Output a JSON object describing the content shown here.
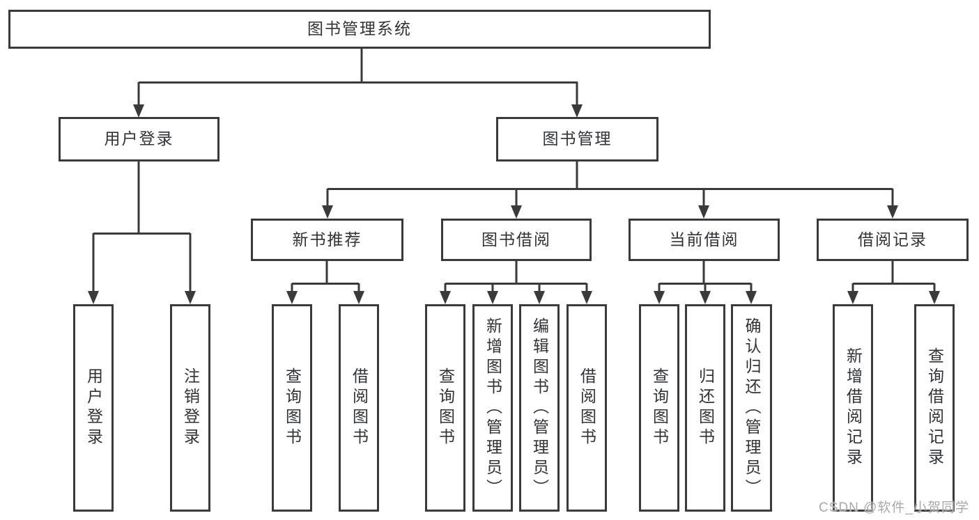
{
  "diagram": {
    "root": "图书管理系统",
    "level2": [
      "用户登录",
      "图书管理"
    ],
    "level3": [
      "新书推荐",
      "图书借阅",
      "当前借阅",
      "借阅记录"
    ],
    "level4": {
      "user_login": [
        "用户登录",
        "注销登录"
      ],
      "new_book": [
        "查询图书",
        "借阅图书"
      ],
      "book_borrow": [
        "查询图书",
        "新增图书（管理员）",
        "编辑图书（管理员）",
        "借阅图书"
      ],
      "current_borrow": [
        "查询图书",
        "归还图书",
        "确认归还（管理员）"
      ],
      "borrow_record": [
        "新增借阅记录",
        "查询借阅记录"
      ]
    }
  },
  "watermark": "CSDN @软件_小贺同学",
  "colors": {
    "line": "#3a3a3a",
    "text": "#2f3236",
    "watermark": "#a9a9a9",
    "background": "#ffffff"
  }
}
